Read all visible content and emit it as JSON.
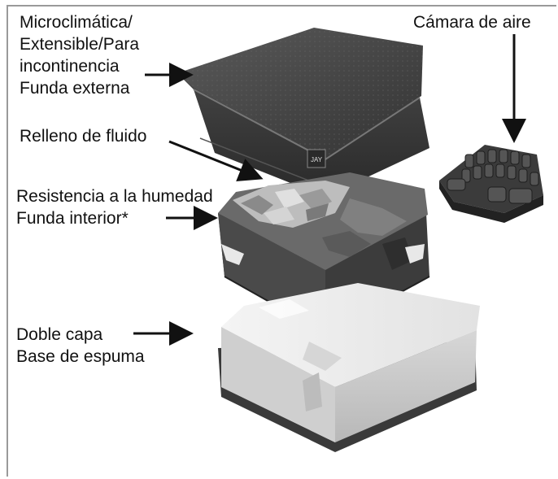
{
  "labels": {
    "outer_cover": {
      "line1": "Microclimática/",
      "line2": "Extensible/Para",
      "line3": "incontinencia",
      "line4": "Funda externa"
    },
    "air_chamber": "Cámara de aire",
    "fluid_fill": "Relleno de fluido",
    "inner_cover": {
      "line1": "Resistencia a la humedad",
      "line2": "Funda interior*"
    },
    "foam_base": {
      "line1": "Doble capa",
      "line2": "Base de espuma"
    }
  },
  "cover_logo": "JAY",
  "colors": {
    "frame": "#9a9a9a",
    "text": "#111111",
    "cover_dark": "#3e3e3e",
    "foam_light": "#ececec"
  }
}
